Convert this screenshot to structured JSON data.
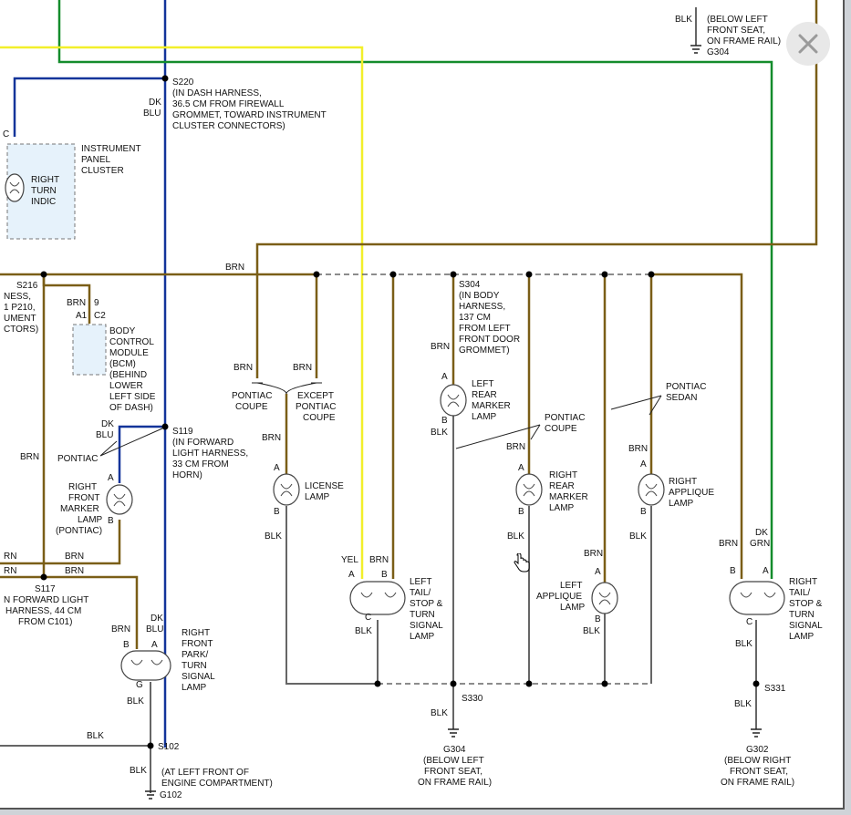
{
  "colors": {
    "brn": "#7a5e17",
    "blu": "#12349a",
    "grn": "#148c2c",
    "yel": "#f2ef2a",
    "blk": "#666666"
  },
  "labels": {
    "g304_top": {
      "wire": "BLK",
      "l1": "(BELOW LEFT",
      "l2": "FRONT SEAT,",
      "l3": "ON FRAME RAIL)",
      "id": "G304"
    },
    "s220": {
      "id": "S220",
      "l1": "(IN DASH HARNESS,",
      "l2": "36.5 CM FROM FIREWALL",
      "l3": "GROMMET, TOWARD INSTRUMENT",
      "l4": "CLUSTER CONNECTORS)",
      "wire1": "DK",
      "wire2": "BLU"
    },
    "ipc": {
      "l1": "INSTRUMENT",
      "l2": "PANEL",
      "l3": "CLUSTER",
      "c": "C"
    },
    "turn_indic": {
      "l1": "RIGHT",
      "l2": "TURN",
      "l3": "INDIC"
    },
    "s216": {
      "id": "S216",
      "l1": "NESS,",
      "l2": "1 P210,",
      "l3": "UMENT",
      "l4": "CTORS)"
    },
    "brn_top": "BRN",
    "bcm": {
      "wire": "BRN",
      "pin": "9",
      "a1": "A1",
      "c2": "C2",
      "l1": "BODY",
      "l2": "CONTROL",
      "l3": "MODULE",
      "l4": "(BCM)",
      "l5": "(BEHIND",
      "l6": "LOWER",
      "l7": "LEFT SIDE",
      "l8": "OF DASH)"
    },
    "s119": {
      "id": "S119",
      "l1": "(IN FORWARD",
      "l2": "LIGHT HARNESS,",
      "l3": "33 CM FROM",
      "l4": "HORN)",
      "wire1": "DK",
      "wire2": "BLU"
    },
    "pontiac_left": "PONTIAC",
    "brn_left": "BRN",
    "rfm": {
      "a": "A",
      "b": "B",
      "l1": "RIGHT",
      "l2": "FRONT",
      "l3": "MARKER",
      "l4": "LAMP",
      "l5": "(PONTIAC)"
    },
    "s117": {
      "id": "S117",
      "w1": "RN",
      "w2": "BRN",
      "w3": "RN",
      "w4": "BRN",
      "l1": "N FORWARD LIGHT",
      "l2": "HARNESS, 44 CM",
      "l3": "FROM C101)"
    },
    "rfp": {
      "w1": "BRN",
      "w2": "DK",
      "w3": "BLU",
      "b": "B",
      "a": "A",
      "g": "G",
      "l1": "RIGHT",
      "l2": "FRONT",
      "l3": "PARK/",
      "l4": "TURN",
      "l5": "SIGNAL",
      "l6": "LAMP",
      "blk": "BLK"
    },
    "s102": {
      "id": "S102",
      "wire": "BLK",
      "wire2": "BLK",
      "l1": "(AT LEFT FRONT OF",
      "l2": "ENGINE COMPARTMENT)",
      "g": "G102"
    },
    "coupe": {
      "brn1": "BRN",
      "brn2": "BRN",
      "l1": "PONTIAC",
      "l2": "COUPE",
      "e1": "EXCEPT",
      "e2": "PONTIAC",
      "e3": "COUPE"
    },
    "license": {
      "wire": "BRN",
      "a": "A",
      "b": "B",
      "l1": "LICENSE",
      "l2": "LAMP",
      "blk": "BLK"
    },
    "ltail": {
      "yel": "YEL",
      "brn": "BRN",
      "a": "A",
      "b": "B",
      "c": "C",
      "l1": "LEFT",
      "l2": "TAIL/",
      "l3": "STOP &",
      "l4": "TURN",
      "l5": "SIGNAL",
      "l6": "LAMP",
      "blk": "BLK"
    },
    "s304": {
      "id": "S304",
      "l1": "(IN BODY",
      "l2": "HARNESS,",
      "l3": "137 CM",
      "l4": "FROM LEFT",
      "l5": "FRONT DOOR",
      "l6": "GROMMET)",
      "wire": "BRN"
    },
    "lrm": {
      "a": "A",
      "b": "B",
      "l1": "LEFT",
      "l2": "REAR",
      "l3": "MARKER",
      "l4": "LAMP",
      "blk": "BLK"
    },
    "pcoupe": {
      "l1": "PONTIAC",
      "l2": "COUPE"
    },
    "psedan": {
      "l1": "PONTIAC",
      "l2": "SEDAN"
    },
    "rrm": {
      "wire": "BRN",
      "a": "A",
      "b": "B",
      "l1": "RIGHT",
      "l2": "REAR",
      "l3": "MARKER",
      "l4": "LAMP",
      "blk": "BLK"
    },
    "rapp": {
      "wire": "BRN",
      "a": "A",
      "b": "B",
      "l1": "RIGHT",
      "l2": "APPLIQUE",
      "l3": "LAMP",
      "blk": "BLK"
    },
    "lapp": {
      "wire": "BRN",
      "a": "A",
      "b": "B",
      "l1": "LEFT",
      "l2": "APPLIQUE",
      "l3": "LAMP",
      "blk": "BLK"
    },
    "s330": {
      "id": "S330",
      "wire": "BLK",
      "g": "G304",
      "l1": "(BELOW LEFT",
      "l2": "FRONT SEAT,",
      "l3": "ON FRAME RAIL)"
    },
    "rtail": {
      "brn": "BRN",
      "dk": "DK",
      "grn": "GRN",
      "b": "B",
      "a": "A",
      "c": "C",
      "l1": "RIGHT",
      "l2": "TAIL/",
      "l3": "STOP &",
      "l4": "TURN",
      "l5": "SIGNAL",
      "l6": "LAMP",
      "blk": "BLK"
    },
    "s331": {
      "id": "S331",
      "wire": "BLK",
      "g": "G302",
      "l1": "(BELOW RIGHT",
      "l2": "FRONT SEAT,",
      "l3": "ON FRAME RAIL)"
    }
  }
}
